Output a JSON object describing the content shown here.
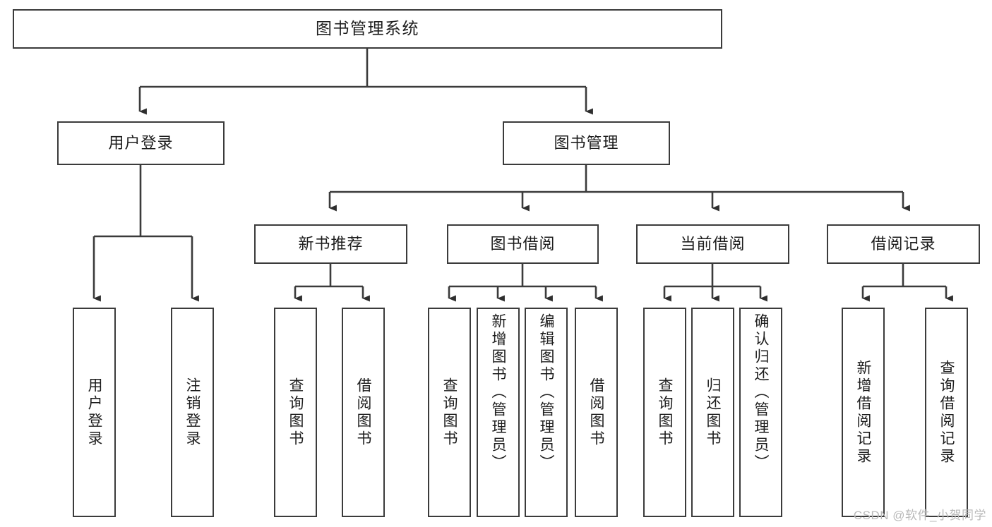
{
  "diagram": {
    "title": "图书管理系统",
    "type": "tree-hierarchy-diagram",
    "colors": {
      "stroke": "#3b3b3b",
      "fill": "#ffffff",
      "text": "#1d1d1d",
      "watermark": "#b9b9b9"
    },
    "root": {
      "label": "图书管理系统"
    },
    "level2": [
      {
        "id": "user-login",
        "label": "用户登录"
      },
      {
        "id": "book-manage",
        "label": "图书管理"
      }
    ],
    "level3": [
      {
        "id": "new-book-recommend",
        "label": "新书推荐",
        "parent": "book-manage"
      },
      {
        "id": "book-borrow",
        "label": "图书借阅",
        "parent": "book-manage"
      },
      {
        "id": "current-borrow",
        "label": "当前借阅",
        "parent": "book-manage"
      },
      {
        "id": "borrow-record",
        "label": "借阅记录",
        "parent": "book-manage"
      }
    ],
    "leaves": {
      "user-login": [
        {
          "id": "leaf-user-login",
          "label": "用户登录"
        },
        {
          "id": "leaf-user-logout",
          "label": "注销登录"
        }
      ],
      "new-book-recommend": [
        {
          "id": "leaf-query-book-1",
          "label": "查询图书"
        },
        {
          "id": "leaf-borrow-book-1",
          "label": "借阅图书"
        }
      ],
      "book-borrow": [
        {
          "id": "leaf-query-book-2",
          "label": "查询图书"
        },
        {
          "id": "leaf-add-book",
          "label": "新增图书（管理员）"
        },
        {
          "id": "leaf-edit-book",
          "label": "编辑图书（管理员）"
        },
        {
          "id": "leaf-borrow-book-2",
          "label": "借阅图书"
        }
      ],
      "current-borrow": [
        {
          "id": "leaf-query-book-3",
          "label": "查询图书"
        },
        {
          "id": "leaf-return-book",
          "label": "归还图书"
        },
        {
          "id": "leaf-confirm-return",
          "label": "确认归还（管理员）"
        }
      ],
      "borrow-record": [
        {
          "id": "leaf-add-record",
          "label": "新增借阅记录"
        },
        {
          "id": "leaf-query-record",
          "label": "查询借阅记录"
        }
      ]
    },
    "watermark": "CSDN @软件_小贺同学"
  }
}
